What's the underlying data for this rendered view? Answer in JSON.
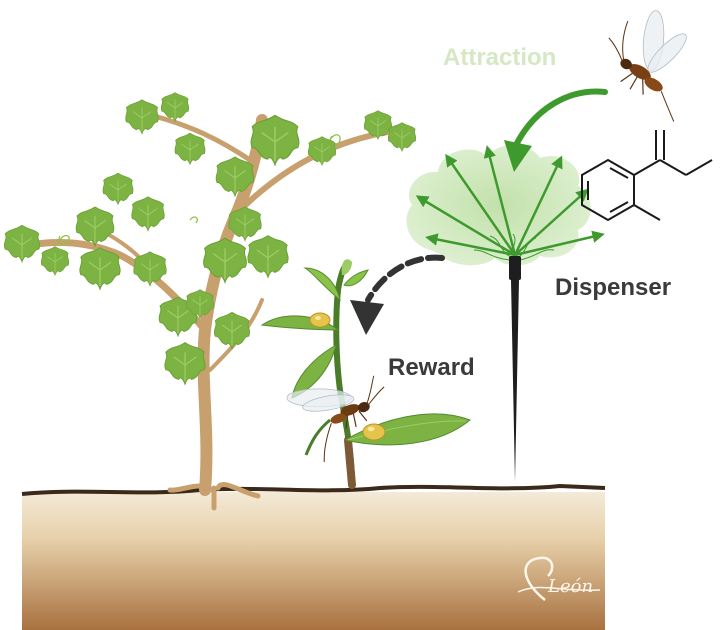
{
  "labels": {
    "attraction": "Attraction",
    "dispenser": "Dispenser",
    "reward": "Reward"
  },
  "signature": "León",
  "colors": {
    "attraction_text": "#d6e7c4",
    "label_text": "#3a3a3a",
    "arrow_green": "#3f9a2e",
    "arrow_dark": "#333333",
    "cloud": "#c9e4b4",
    "leaf": "#7cb342",
    "leaf_dark": "#558b2f",
    "trunk": "#c8a06e",
    "soil_top": "#f2e6d0",
    "soil_bottom": "#b07a48",
    "soil_line": "#3b2a1a"
  },
  "icons": [
    "parasitoid-wasp-icon",
    "vine-plant-icon",
    "seedling-icon",
    "nectar-drop-icon",
    "dispenser-stake-icon",
    "molecule-structure-icon"
  ]
}
